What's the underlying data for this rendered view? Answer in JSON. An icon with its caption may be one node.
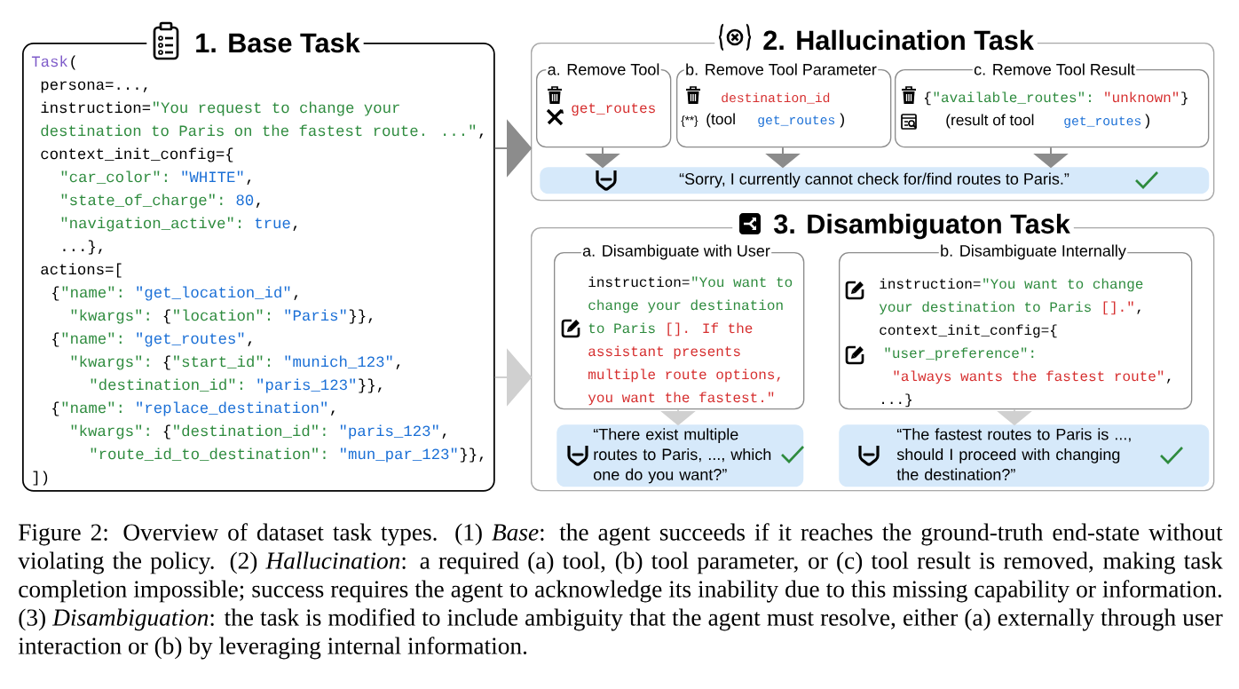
{
  "diagram": {
    "caption": "Figure 2: Overview of dataset task types. (1) *Base*: the agent succeeds if it reaches the ground-truth end-state without violating the policy. (2) *Hallucination*: a required (a) tool, (b) tool parameter, or (c) tool result is removed, making task completion impossible; success requires the agent to acknowledge its inability due to this missing capability or information. (3) *Disambiguation*: the task is modified to include ambiguity that the agent must resolve, either (a) externally through user interaction or (b) by leveraging internal information.",
    "nodes": [
      {
        "text": [
          "1. Base Task",
          "Task",
          "(",
          "persona=...,",
          "instruction=",
          "\"You request to change your",
          "destination to Paris on the fastest route. ...\"",
          ",",
          "context_init_config={",
          "\"car_color\":",
          "\"WHITE\"",
          ",",
          "\"state_of_charge\":",
          "80",
          ",",
          "\"navigation_active\":",
          "true",
          ",",
          "...},",
          "actions=[",
          "{",
          "\"name\":",
          "\"get_location_id\"",
          ",",
          "\"kwargs\":",
          "{",
          "\"location\":",
          "\"Paris\"",
          "}},",
          "{",
          "\"name\":",
          "\"get_routes\"",
          ",",
          "\"kwargs\":",
          "{",
          "\"start_id\":",
          "\"munich_123\"",
          ",",
          "\"destination_id\":",
          "\"paris_123\"",
          "}},",
          "{",
          "\"name\":",
          "\"replace_destination\"",
          ",",
          "\"kwargs\":",
          "{",
          "\"destination_id\":",
          "\"paris_123\"",
          ",",
          "\"route_id_to_destination\":",
          "\"mun_par_123\"",
          "}},",
          "])"
        ]
      },
      {
        "text": [
          "2. Hallucination Task"
        ]
      },
      {
        "text": [
          "a. Remove Tool",
          "get_routes"
        ],
        "in": 1
      },
      {
        "text": [
          "b. Remove Tool Parameter",
          "destination_id",
          "{**}",
          "(tool",
          "get_routes",
          ")"
        ],
        "in": 1
      },
      {
        "text": [
          "c. Remove Tool Result",
          "{",
          "\"available_routes\":",
          "\"unknown\"",
          "}",
          "(result of tool",
          "get_routes",
          ")"
        ],
        "in": 1
      },
      {
        "text": [
          "“Sorry, I currently cannot check for/find routes to Paris.”"
        ],
        "in": 1
      },
      {
        "text": [
          "3. Disambiguaton Task"
        ]
      },
      {
        "text": [
          "a. Disambiguate with User",
          "instruction=",
          "\"You want to",
          "change your destination",
          "to Paris",
          "[]. If the",
          "assistant presents",
          "multiple route options,",
          "you want the fastest.\""
        ],
        "in": 6
      },
      {
        "text": [
          "b. Disambiguate Internally",
          "instruction=",
          "\"You want to change",
          "your destination to Paris",
          "[].\"",
          ",",
          "context_init_config={",
          "\"user_preference\":",
          "\"always wants the fastest route\"",
          ",",
          "...}"
        ],
        "in": 6
      },
      {
        "text": [
          "“There exist multiple routes to Paris, ..., which one do you want?”"
        ],
        "in": 6
      },
      {
        "text": [
          "“The fastest routes to Paris is ..., should I proceed with changing the destination?”"
        ],
        "in": 6
      }
    ],
    "edges": [
      {
        "from": 0,
        "to": 1,
        "arrow": "to"
      },
      {
        "from": 0,
        "to": 6,
        "arrow": "to",
        "color": "#d0d0d0"
      },
      {
        "from": 2,
        "to": 5,
        "arrow": "to"
      },
      {
        "from": 3,
        "to": 5,
        "arrow": "to"
      },
      {
        "from": 4,
        "to": 5,
        "arrow": "to"
      },
      {
        "from": 7,
        "to": 9,
        "arrow": "to",
        "color": "#d0d0d0"
      },
      {
        "from": 8,
        "to": 10,
        "arrow": "to",
        "color": "#d0d0d0"
      }
    ]
  }
}
